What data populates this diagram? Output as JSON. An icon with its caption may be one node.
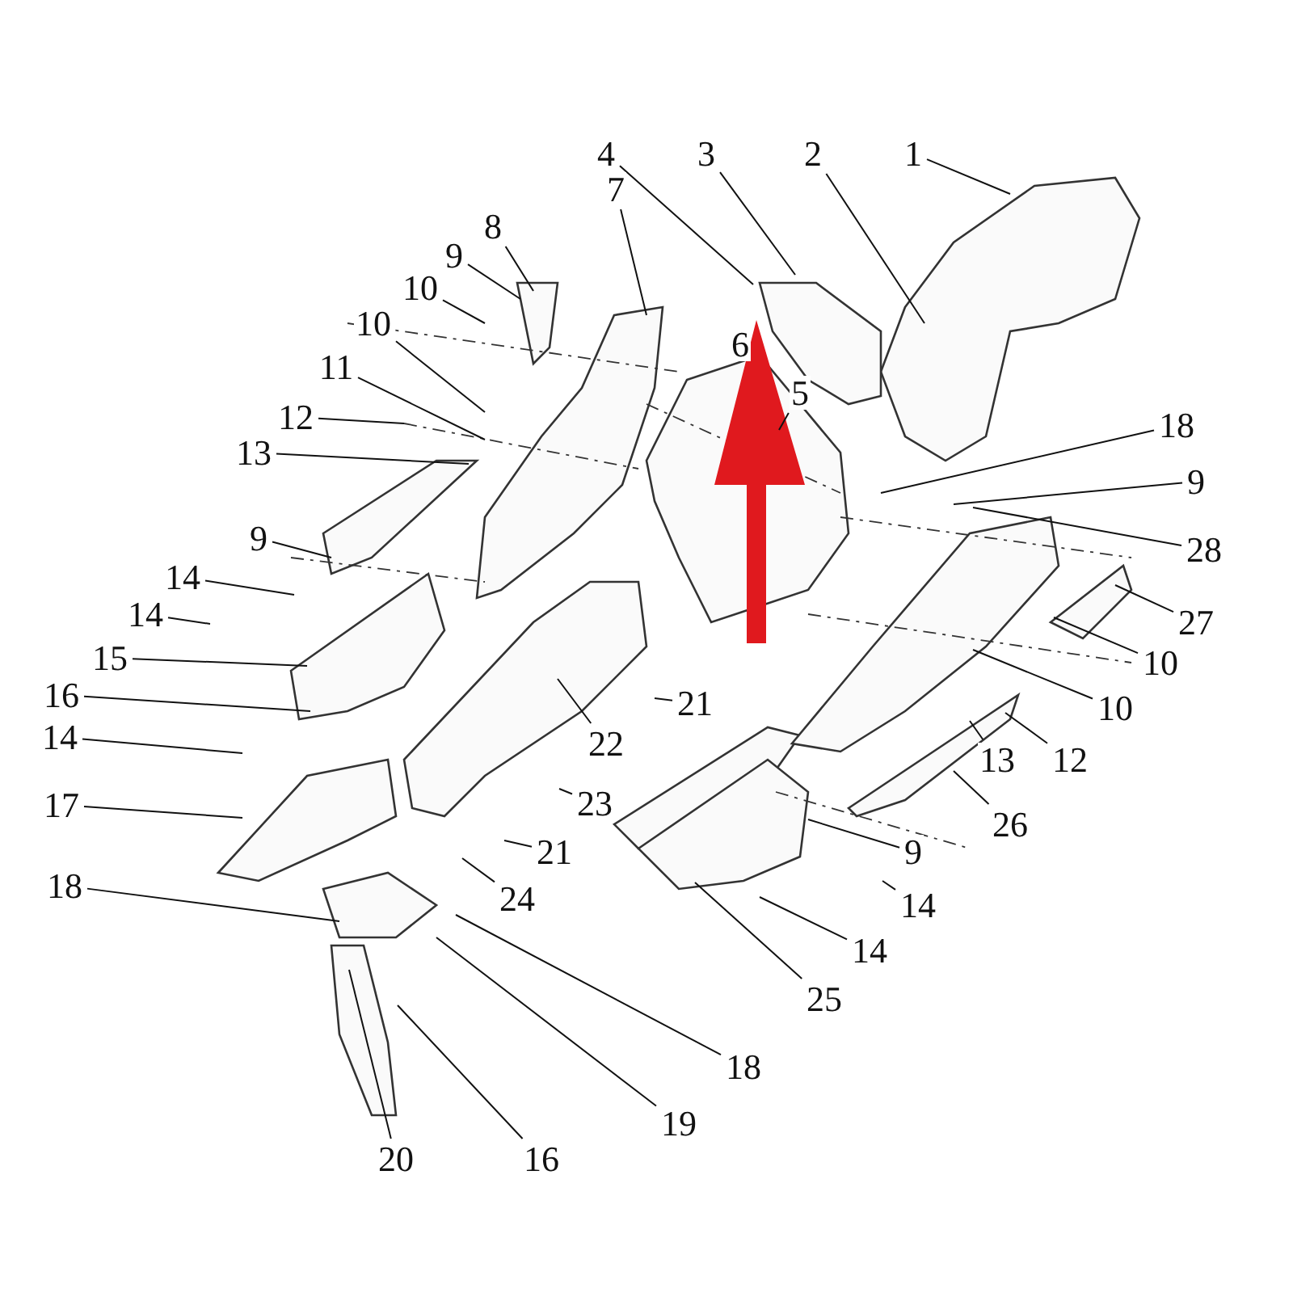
{
  "diagram": {
    "nodes": [
      {
        "text": [
          "1"
        ]
      },
      {
        "text": [
          "2"
        ]
      },
      {
        "text": [
          "3"
        ]
      },
      {
        "text": [
          "4"
        ]
      },
      {
        "text": [
          "7"
        ]
      },
      {
        "text": [
          "8"
        ]
      },
      {
        "text": [
          "9"
        ]
      },
      {
        "text": [
          "10"
        ]
      },
      {
        "text": [
          "10"
        ]
      },
      {
        "text": [
          "6"
        ]
      },
      {
        "text": [
          "11"
        ]
      },
      {
        "text": [
          "5"
        ]
      },
      {
        "text": [
          "12"
        ]
      },
      {
        "text": [
          "18"
        ]
      },
      {
        "text": [
          "13"
        ]
      },
      {
        "text": [
          "9"
        ]
      },
      {
        "text": [
          "9"
        ]
      },
      {
        "text": [
          "28"
        ]
      },
      {
        "text": [
          "14"
        ]
      },
      {
        "text": [
          "14"
        ]
      },
      {
        "text": [
          "27"
        ]
      },
      {
        "text": [
          "15"
        ]
      },
      {
        "text": [
          "10"
        ]
      },
      {
        "text": [
          "16"
        ]
      },
      {
        "text": [
          "21"
        ]
      },
      {
        "text": [
          "10"
        ]
      },
      {
        "text": [
          "14"
        ]
      },
      {
        "text": [
          "22"
        ]
      },
      {
        "text": [
          "13"
        ]
      },
      {
        "text": [
          "12"
        ]
      },
      {
        "text": [
          "23"
        ]
      },
      {
        "text": [
          "17"
        ]
      },
      {
        "text": [
          "26"
        ]
      },
      {
        "text": [
          "9"
        ]
      },
      {
        "text": [
          "21"
        ]
      },
      {
        "text": [
          "18"
        ]
      },
      {
        "text": [
          "24"
        ]
      },
      {
        "text": [
          "14"
        ]
      },
      {
        "text": [
          "14"
        ]
      },
      {
        "text": [
          "25"
        ]
      },
      {
        "text": [
          "18"
        ]
      },
      {
        "text": [
          "19"
        ]
      },
      {
        "text": [
          "20"
        ]
      },
      {
        "text": [
          "16"
        ]
      }
    ],
    "edges": [
      {
        "from": 0,
        "to": null,
        "arrow": "none"
      },
      {
        "from": 1,
        "to": null,
        "arrow": "none"
      },
      {
        "from": 2,
        "to": null,
        "arrow": "none"
      },
      {
        "from": 3,
        "to": null,
        "arrow": "none"
      },
      {
        "from": 4,
        "to": null,
        "arrow": "none"
      },
      {
        "from": 5,
        "to": null,
        "arrow": "none"
      },
      {
        "from": 6,
        "to": null,
        "arrow": "none"
      },
      {
        "from": 7,
        "to": null,
        "arrow": "none"
      },
      {
        "from": 8,
        "to": null,
        "arrow": "none"
      },
      {
        "from": 10,
        "to": null,
        "arrow": "none"
      },
      {
        "from": 11,
        "to": null,
        "arrow": "none"
      },
      {
        "from": 12,
        "to": null,
        "arrow": "none"
      },
      {
        "from": 13,
        "to": null,
        "arrow": "none"
      },
      {
        "from": 14,
        "to": null,
        "arrow": "none"
      },
      {
        "from": 15,
        "to": null,
        "arrow": "none"
      },
      {
        "from": 16,
        "to": null,
        "arrow": "none"
      },
      {
        "from": 17,
        "to": null,
        "arrow": "none"
      },
      {
        "from": 18,
        "to": null,
        "arrow": "none"
      },
      {
        "from": 19,
        "to": null,
        "arrow": "none"
      },
      {
        "from": 20,
        "to": null,
        "arrow": "none"
      },
      {
        "from": 21,
        "to": null,
        "arrow": "none"
      },
      {
        "from": 22,
        "to": null,
        "arrow": "none"
      },
      {
        "from": 23,
        "to": null,
        "arrow": "none"
      },
      {
        "from": 24,
        "to": null,
        "arrow": "none"
      },
      {
        "from": 25,
        "to": null,
        "arrow": "none"
      },
      {
        "from": 26,
        "to": null,
        "arrow": "none"
      },
      {
        "from": 27,
        "to": null,
        "arrow": "none"
      },
      {
        "from": 28,
        "to": null,
        "arrow": "none"
      },
      {
        "from": 29,
        "to": null,
        "arrow": "none"
      },
      {
        "from": 30,
        "to": null,
        "arrow": "none"
      },
      {
        "from": 31,
        "to": null,
        "arrow": "none"
      },
      {
        "from": 32,
        "to": null,
        "arrow": "none"
      },
      {
        "from": 33,
        "to": null,
        "arrow": "none"
      },
      {
        "from": 34,
        "to": null,
        "arrow": "none"
      },
      {
        "from": 35,
        "to": null,
        "arrow": "none"
      },
      {
        "from": 36,
        "to": null,
        "arrow": "none"
      },
      {
        "from": 37,
        "to": null,
        "arrow": "none"
      },
      {
        "from": 38,
        "to": null,
        "arrow": "none"
      },
      {
        "from": 39,
        "to": null,
        "arrow": "none"
      },
      {
        "from": 40,
        "to": null,
        "arrow": "none"
      },
      {
        "from": 41,
        "to": null,
        "arrow": "none"
      },
      {
        "from": 42,
        "to": null,
        "arrow": "none"
      },
      {
        "from": 43,
        "to": null,
        "arrow": "none"
      }
    ]
  }
}
